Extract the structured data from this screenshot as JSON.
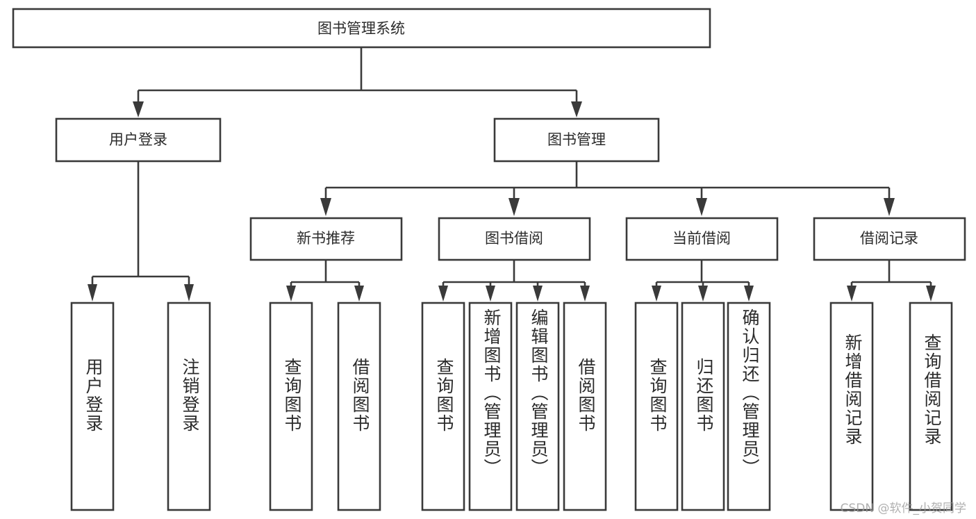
{
  "diagram": {
    "title": "图书管理系统",
    "type": "tree-hierarchy-chart",
    "root": {
      "label": "图书管理系统"
    },
    "level2": [
      {
        "label": "用户登录"
      },
      {
        "label": "图书管理"
      }
    ],
    "level3": [
      {
        "label": "新书推荐"
      },
      {
        "label": "图书借阅"
      },
      {
        "label": "当前借阅"
      },
      {
        "label": "借阅记录"
      }
    ],
    "leaves": [
      {
        "label": "用户登录"
      },
      {
        "label": "注销登录"
      },
      {
        "label": "查询图书"
      },
      {
        "label": "借阅图书"
      },
      {
        "label": "查询图书"
      },
      {
        "label": "新增图书（管理员）"
      },
      {
        "label": "编辑图书（管理员）"
      },
      {
        "label": "借阅图书"
      },
      {
        "label": "查询图书"
      },
      {
        "label": "归还图书"
      },
      {
        "label": "确认归还（管理员）"
      },
      {
        "label": "新增借阅记录"
      },
      {
        "label": "查询借阅记录"
      }
    ]
  },
  "watermark": {
    "text": "CSDN @软件_小贺同学"
  },
  "colors": {
    "stroke": "#3a3a3a",
    "text": "#2b2b2b",
    "background": "#ffffff",
    "watermark": "#9a9a9a"
  }
}
